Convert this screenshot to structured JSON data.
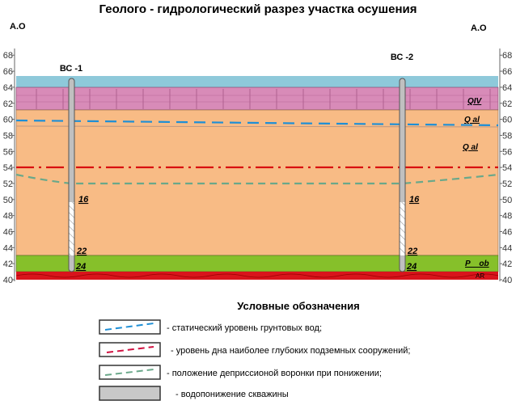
{
  "title": "Геолого - гидрологический разрез участка осушения",
  "axis_label_left": "А.О",
  "axis_label_right": "А.О",
  "axis_ticks": [
    40,
    42,
    44,
    46,
    48,
    50,
    52,
    54,
    56,
    58,
    60,
    62,
    64,
    66,
    68
  ],
  "wells": [
    {
      "name": "ВС -1",
      "depth_labels": [
        "16",
        "22",
        "24"
      ]
    },
    {
      "name": "ВС -2",
      "depth_labels": [
        "16",
        "22",
        "24"
      ]
    }
  ],
  "layer_labels": [
    "QIV",
    "Q al",
    "Q al",
    "P    ob",
    "AR"
  ],
  "levels": {
    "static_water": 59.5,
    "deep_structures": 54,
    "depression_min": 52,
    "depression_edge": 53
  },
  "legend": {
    "title": "Условные обозначения",
    "items": [
      {
        "label": "- статический уровень грунтовых вод;",
        "color": "#1e8fd6"
      },
      {
        "label": "- уровень дна наиболее глубоких подземных сооружений;",
        "color": "#d01040"
      },
      {
        "label": "- положение деприссионой воронки при понижении;",
        "color": "#6aa88a"
      },
      {
        "label": "- водопонижение скважины",
        "color": "#c8c8c8"
      }
    ]
  }
}
